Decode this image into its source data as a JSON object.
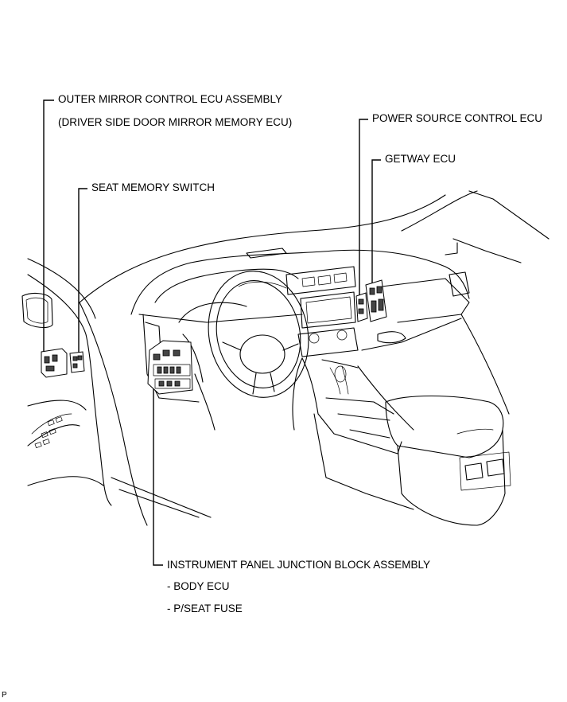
{
  "labels": {
    "outer_mirror": "OUTER MIRROR CONTROL ECU ASSEMBLY",
    "outer_mirror_sub": "(DRIVER SIDE DOOR MIRROR MEMORY ECU)",
    "seat_memory": "SEAT MEMORY SWITCH",
    "power_source": "POWER SOURCE CONTROL ECU",
    "getway": "GETWAY ECU",
    "junction_block": "INSTRUMENT PANEL JUNCTION BLOCK ASSEMBLY",
    "body_ecu": "- BODY ECU",
    "pseat_fuse": "- P/SEAT FUSE",
    "corner_code": "P"
  }
}
